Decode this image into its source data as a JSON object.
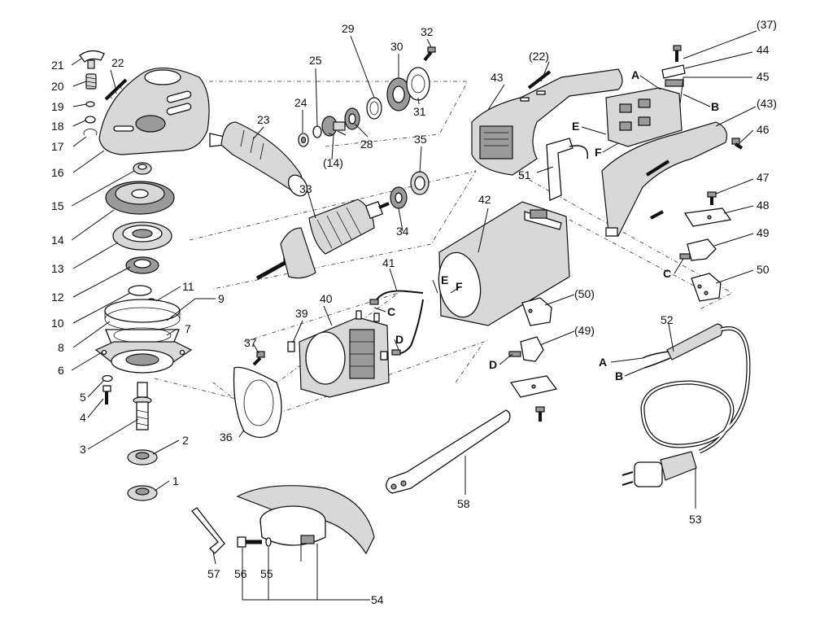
{
  "labels": {
    "p1": "1",
    "p2": "2",
    "p3": "3",
    "p4": "4",
    "p5": "5",
    "p6": "6",
    "p7": "7",
    "p8": "8",
    "p9": "9",
    "p10": "10",
    "p11": "11",
    "p12": "12",
    "p13": "13",
    "p14": "14",
    "p14b": "(14)",
    "p15": "15",
    "p16": "16",
    "p17": "17",
    "p18": "18",
    "p19": "19",
    "p20": "20",
    "p21": "21",
    "p22": "22",
    "p22b": "(22)",
    "p23": "23",
    "p24": "24",
    "p25": "25",
    "p28": "28",
    "p29": "29",
    "p30": "30",
    "p31": "31",
    "p32": "32",
    "p33": "33",
    "p34": "34",
    "p35": "35",
    "p36": "36",
    "p37": "37",
    "p37b": "(37)",
    "p39": "39",
    "p40": "40",
    "p41": "41",
    "p42": "42",
    "p43": "43",
    "p43b": "(43)",
    "p44": "44",
    "p45": "45",
    "p46": "46",
    "p47": "47",
    "p48": "48",
    "p49": "49",
    "p49b": "(49)",
    "p50": "50",
    "p50b": "(50)",
    "p51": "51",
    "p52": "52",
    "p53": "53",
    "p54": "54",
    "p55": "55",
    "p56": "56",
    "p57": "57",
    "p58": "58"
  },
  "connectors": {
    "A": "A",
    "B": "B",
    "C": "C",
    "D": "D",
    "E": "E",
    "F": "F"
  }
}
